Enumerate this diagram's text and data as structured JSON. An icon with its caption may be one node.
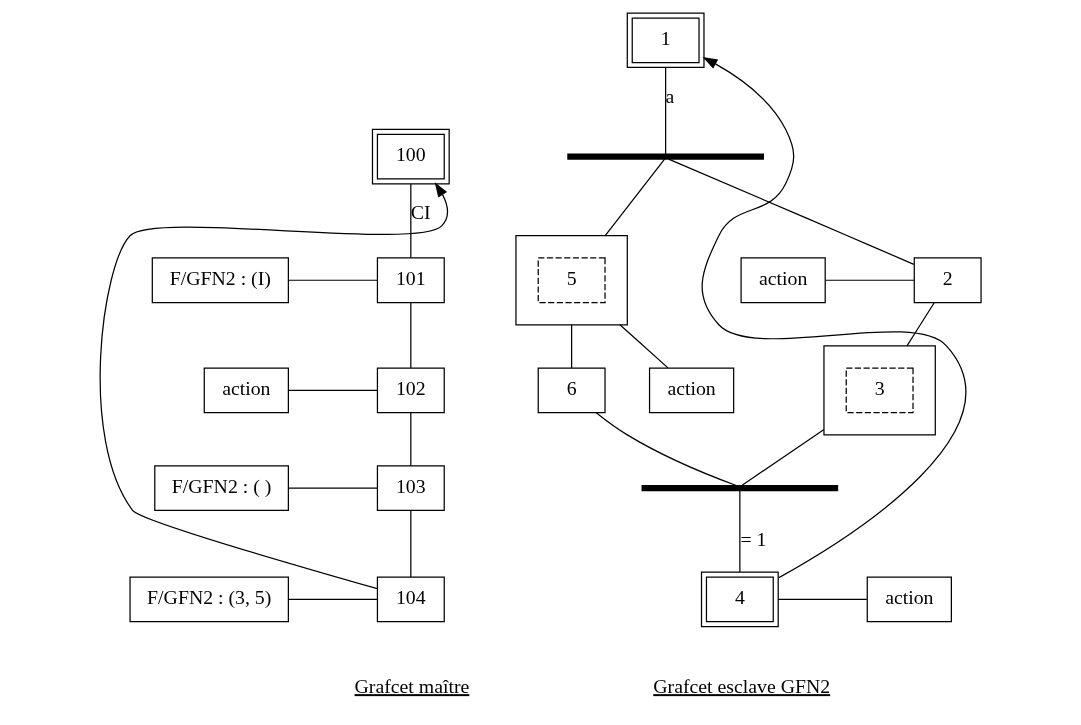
{
  "diagram": {
    "nodes": [
      {
        "text": [
          "100"
        ]
      },
      {
        "text": [
          "F/GFN2 : (I)"
        ]
      },
      {
        "text": [
          "101"
        ]
      },
      {
        "text": [
          "action"
        ]
      },
      {
        "text": [
          "102"
        ]
      },
      {
        "text": [
          "F/GFN2 : ( )"
        ]
      },
      {
        "text": [
          "103"
        ]
      },
      {
        "text": [
          "F/GFN2 : (3, 5)"
        ]
      },
      {
        "text": [
          "104"
        ]
      },
      {
        "text": [
          "1"
        ]
      },
      {
        "text": [],
        "shape": "bar"
      },
      {
        "text": [
          "action"
        ]
      },
      {
        "text": [
          "2"
        ]
      },
      {
        "text": [],
        "shape": "box"
      },
      {
        "text": [
          "5"
        ],
        "in": 13
      },
      {
        "text": [
          "action"
        ]
      },
      {
        "text": [],
        "shape": "box"
      },
      {
        "text": [
          "3"
        ],
        "in": 16
      },
      {
        "text": [
          "6"
        ]
      },
      {
        "text": [],
        "shape": "bar"
      },
      {
        "text": [
          "4"
        ]
      },
      {
        "text": [
          "action"
        ]
      }
    ],
    "edges": [
      {
        "from": 0,
        "to": 2,
        "arrow": "none",
        "label": "CI"
      },
      {
        "from": 1,
        "to": 2,
        "arrow": "none"
      },
      {
        "from": 2,
        "to": 4,
        "arrow": "none"
      },
      {
        "from": 3,
        "to": 4,
        "arrow": "none"
      },
      {
        "from": 4,
        "to": 6,
        "arrow": "none"
      },
      {
        "from": 5,
        "to": 6,
        "arrow": "none"
      },
      {
        "from": 6,
        "to": 8,
        "arrow": "none"
      },
      {
        "from": 7,
        "to": 8,
        "arrow": "none"
      },
      {
        "from": 8,
        "to": 0,
        "arrow": "to"
      },
      {
        "from": 9,
        "to": 10,
        "arrow": "none",
        "label": "a"
      },
      {
        "from": 10,
        "to": 12,
        "arrow": "none"
      },
      {
        "from": 10,
        "to": 13,
        "arrow": "none"
      },
      {
        "from": 11,
        "to": 12,
        "arrow": "none"
      },
      {
        "from": 13,
        "to": 15,
        "arrow": "none"
      },
      {
        "from": 12,
        "to": 16,
        "arrow": "none"
      },
      {
        "from": 13,
        "to": 18,
        "arrow": "none"
      },
      {
        "from": 16,
        "to": 19,
        "arrow": "none"
      },
      {
        "from": 18,
        "to": 19,
        "arrow": "none"
      },
      {
        "from": 19,
        "to": 20,
        "arrow": "none",
        "label": "= 1"
      },
      {
        "from": 20,
        "to": 21,
        "arrow": "none"
      },
      {
        "from": 20,
        "to": 9,
        "arrow": "to"
      }
    ],
    "labels": [
      "Grafcet maître",
      "Grafcet esclave GFN2"
    ]
  }
}
